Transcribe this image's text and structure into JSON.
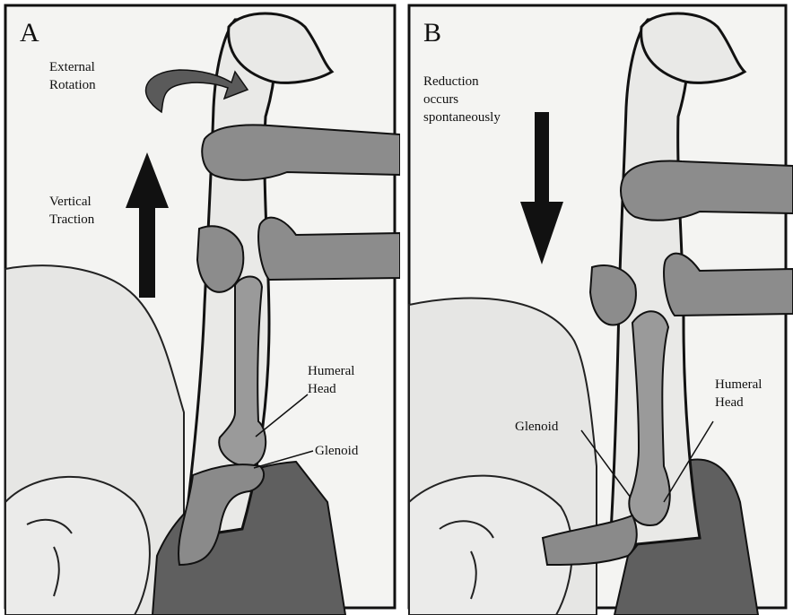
{
  "panel_a": {
    "letter": "A",
    "label_rotation_1": "External",
    "label_rotation_2": "Rotation",
    "label_traction_1": "Vertical",
    "label_traction_2": "Traction",
    "label_humeral_1": "Humeral",
    "label_humeral_2": "Head",
    "label_glenoid": "Glenoid"
  },
  "panel_b": {
    "letter": "B",
    "label_reduction_1": "Reduction",
    "label_reduction_2": "occurs",
    "label_reduction_3": "spontaneously",
    "label_glenoid": "Glenoid",
    "label_humeral_1": "Humeral",
    "label_humeral_2": "Head"
  },
  "colors": {
    "background": "#f4f4f2",
    "skin_light": "#e9e9e7",
    "assistant_hand": "#8c8c8c",
    "bone": "#9a9a9a",
    "shoulder_dark": "#5f5f5f",
    "outline": "#111111"
  }
}
